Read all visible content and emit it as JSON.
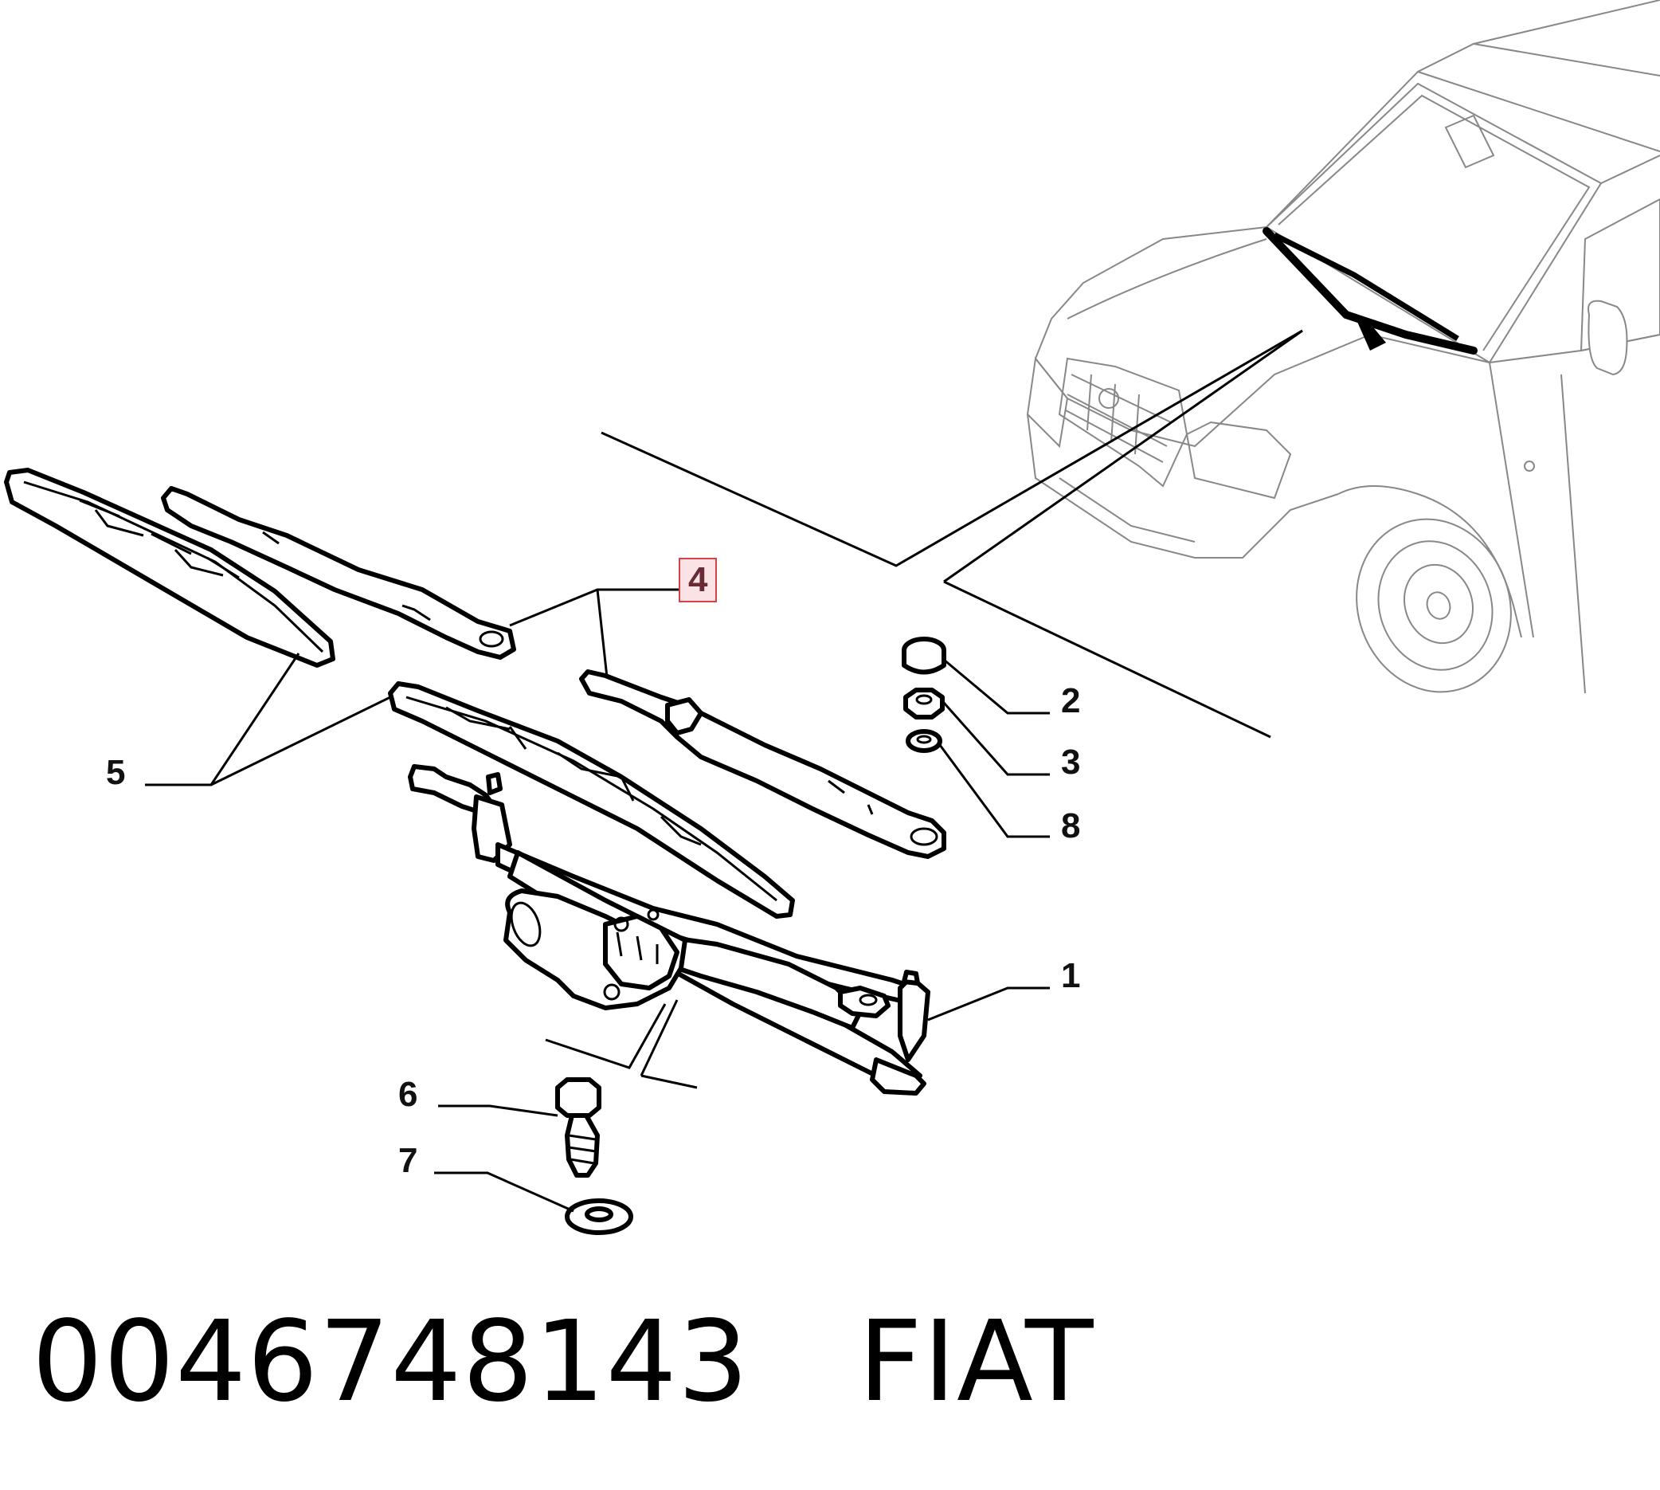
{
  "callouts": {
    "c1": "1",
    "c2": "2",
    "c3": "3",
    "c4": "4",
    "c5": "5",
    "c6": "6",
    "c7": "7",
    "c8": "8"
  },
  "highlighted_callout": "4",
  "caption": {
    "part_number": "0046748143",
    "brand": "FIAT"
  },
  "colors": {
    "highlight_border": "#d9414a",
    "highlight_fill": "#fbe3e5"
  }
}
